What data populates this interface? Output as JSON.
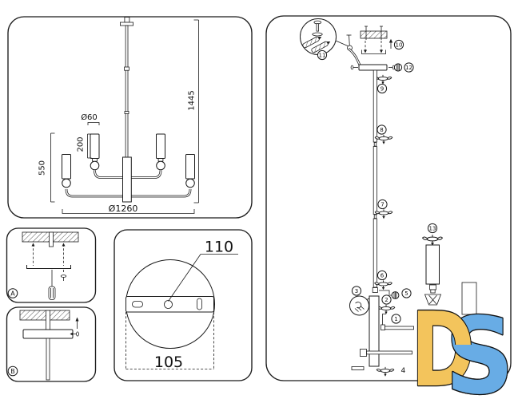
{
  "overview": {
    "shade_diameter": "Ø60",
    "shade_height": "200",
    "arm_drop": "550",
    "overall_height": "1445",
    "overall_diameter": "Ø1260"
  },
  "mount_plate": {
    "screw_spacing": "110",
    "plate_width": "105"
  },
  "steps": {
    "step_a": "A",
    "step_b": "B"
  },
  "parts": {
    "p1": "1",
    "p2": "2",
    "p3": "3",
    "p4": "4",
    "p5": "5",
    "p6": "6",
    "p7": "7",
    "p8": "8",
    "p9": "9",
    "p10": "10",
    "p11": "11",
    "p12": "12",
    "p13": "13"
  },
  "logo": {
    "letter_d": "D",
    "letter_s": "S",
    "d_color": "#F3C45C",
    "s_color": "#68ACE5",
    "outline": "#101010"
  }
}
